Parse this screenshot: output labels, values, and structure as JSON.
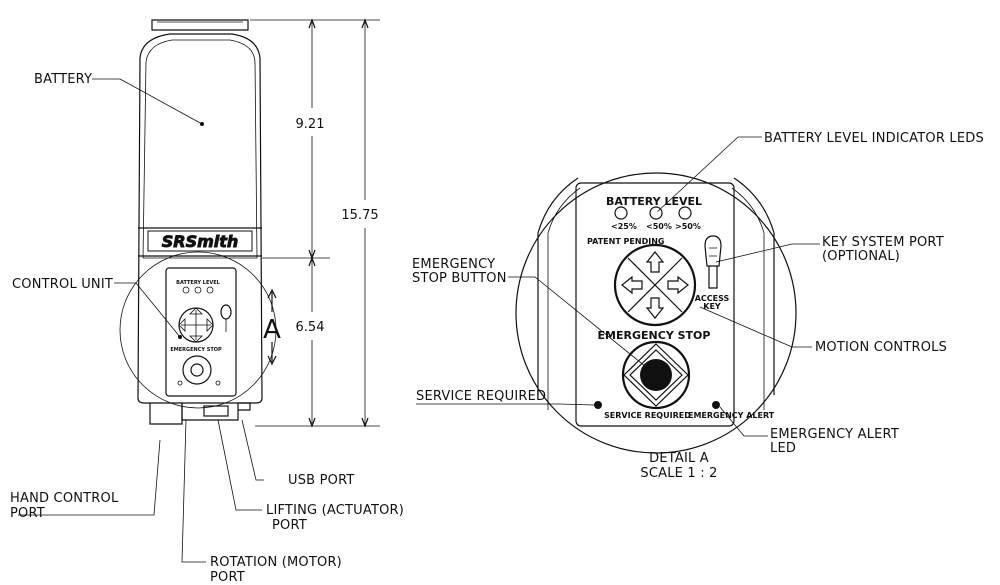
{
  "labels": {
    "battery": "BATTERY",
    "control_unit": "CONTROL UNIT",
    "hand_control_1": "HAND CONTROL",
    "hand_control_2": "PORT",
    "usb_port": "USB PORT",
    "lifting_1": "LIFTING (ACTUATOR)",
    "lifting_2": "PORT",
    "rotation_1": "ROTATION (MOTOR)",
    "rotation_2": "PORT",
    "battery_leds": "BATTERY LEVEL  INDICATOR LEDS",
    "key_port_1": "KEY SYSTEM PORT",
    "key_port_2": "(OPTIONAL)",
    "estop_button_1": "EMERGENCY",
    "estop_button_2": "STOP BUTTON",
    "motion_controls": "MOTION CONTROLS",
    "service_required": "SERVICE REQUIRED",
    "emergency_led_1": "EMERGENCY ALERT",
    "emergency_led_2": "LED"
  },
  "dimensions": {
    "upper": "9.21",
    "lower": "6.54",
    "total": "15.75",
    "section_letter": "A"
  },
  "brand": "SRSmith",
  "panel": {
    "battery_level": "BATTERY LEVEL",
    "led_low": "<25%",
    "led_mid": "<50%",
    "led_high": ">50%",
    "patent": "PATENT PENDING",
    "emergency_stop": "EMERGENCY STOP",
    "service_required": "SERVICE REQUIRED",
    "emergency_alert": "EMERGENCY ALERT",
    "access_key_1": "ACCESS",
    "access_key_2": "KEY"
  },
  "detail": {
    "title": "DETAIL A",
    "scale": "SCALE 1 : 2"
  }
}
